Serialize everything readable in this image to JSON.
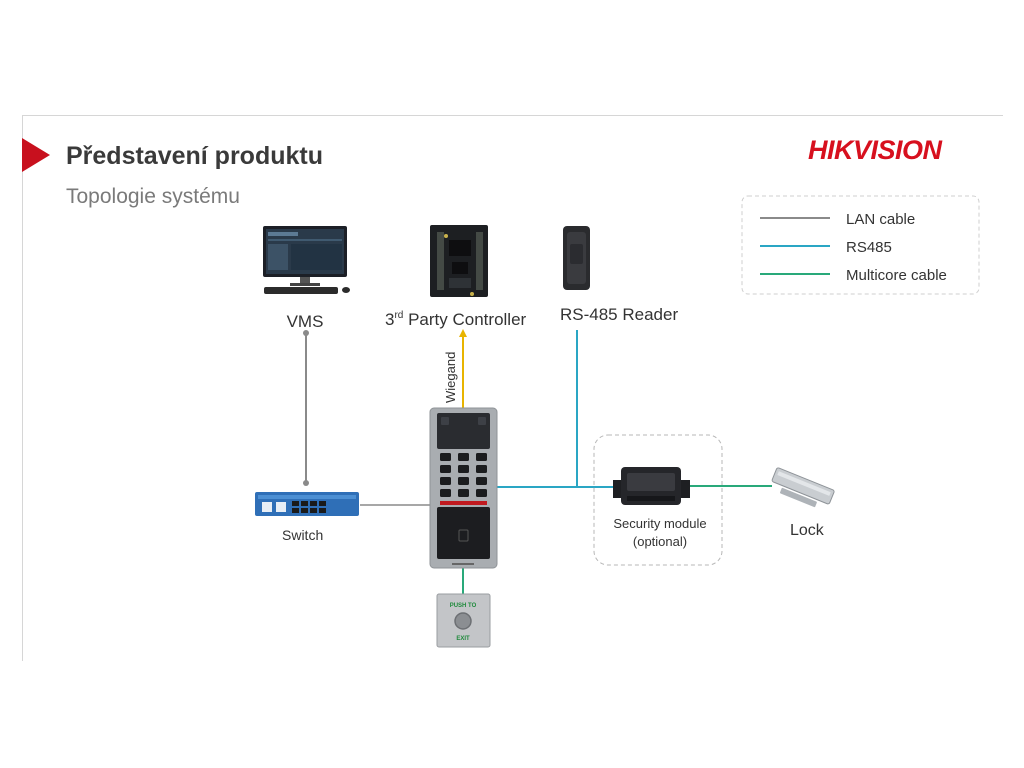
{
  "slide": {
    "title": "Představení produktu",
    "subtitle": "Topologie systému"
  },
  "brand": {
    "logo_text": "HIKVISION",
    "logo_color": "#d7101e"
  },
  "legend": {
    "items": [
      {
        "label": "LAN cable",
        "color": "#8a8a8a"
      },
      {
        "label": "RS485",
        "color": "#2aa6c4"
      },
      {
        "label": "Multicore cable",
        "color": "#29a97a"
      }
    ]
  },
  "devices": {
    "vms": "VMS",
    "controller_prefix": "3",
    "controller_sup": "rd",
    "controller_rest": " Party Controller",
    "reader": "RS-485 Reader",
    "switch": "Switch",
    "security_module_line1": "Security module",
    "security_module_line2": "(optional)",
    "lock": "Lock",
    "exit_button_top": "PUSH TO",
    "exit_button_bottom": "EXIT"
  },
  "connections": {
    "wiegand_label": "Wiegand",
    "wiegand_color": "#e8b400"
  },
  "colors": {
    "accent_red": "#c8101e"
  }
}
